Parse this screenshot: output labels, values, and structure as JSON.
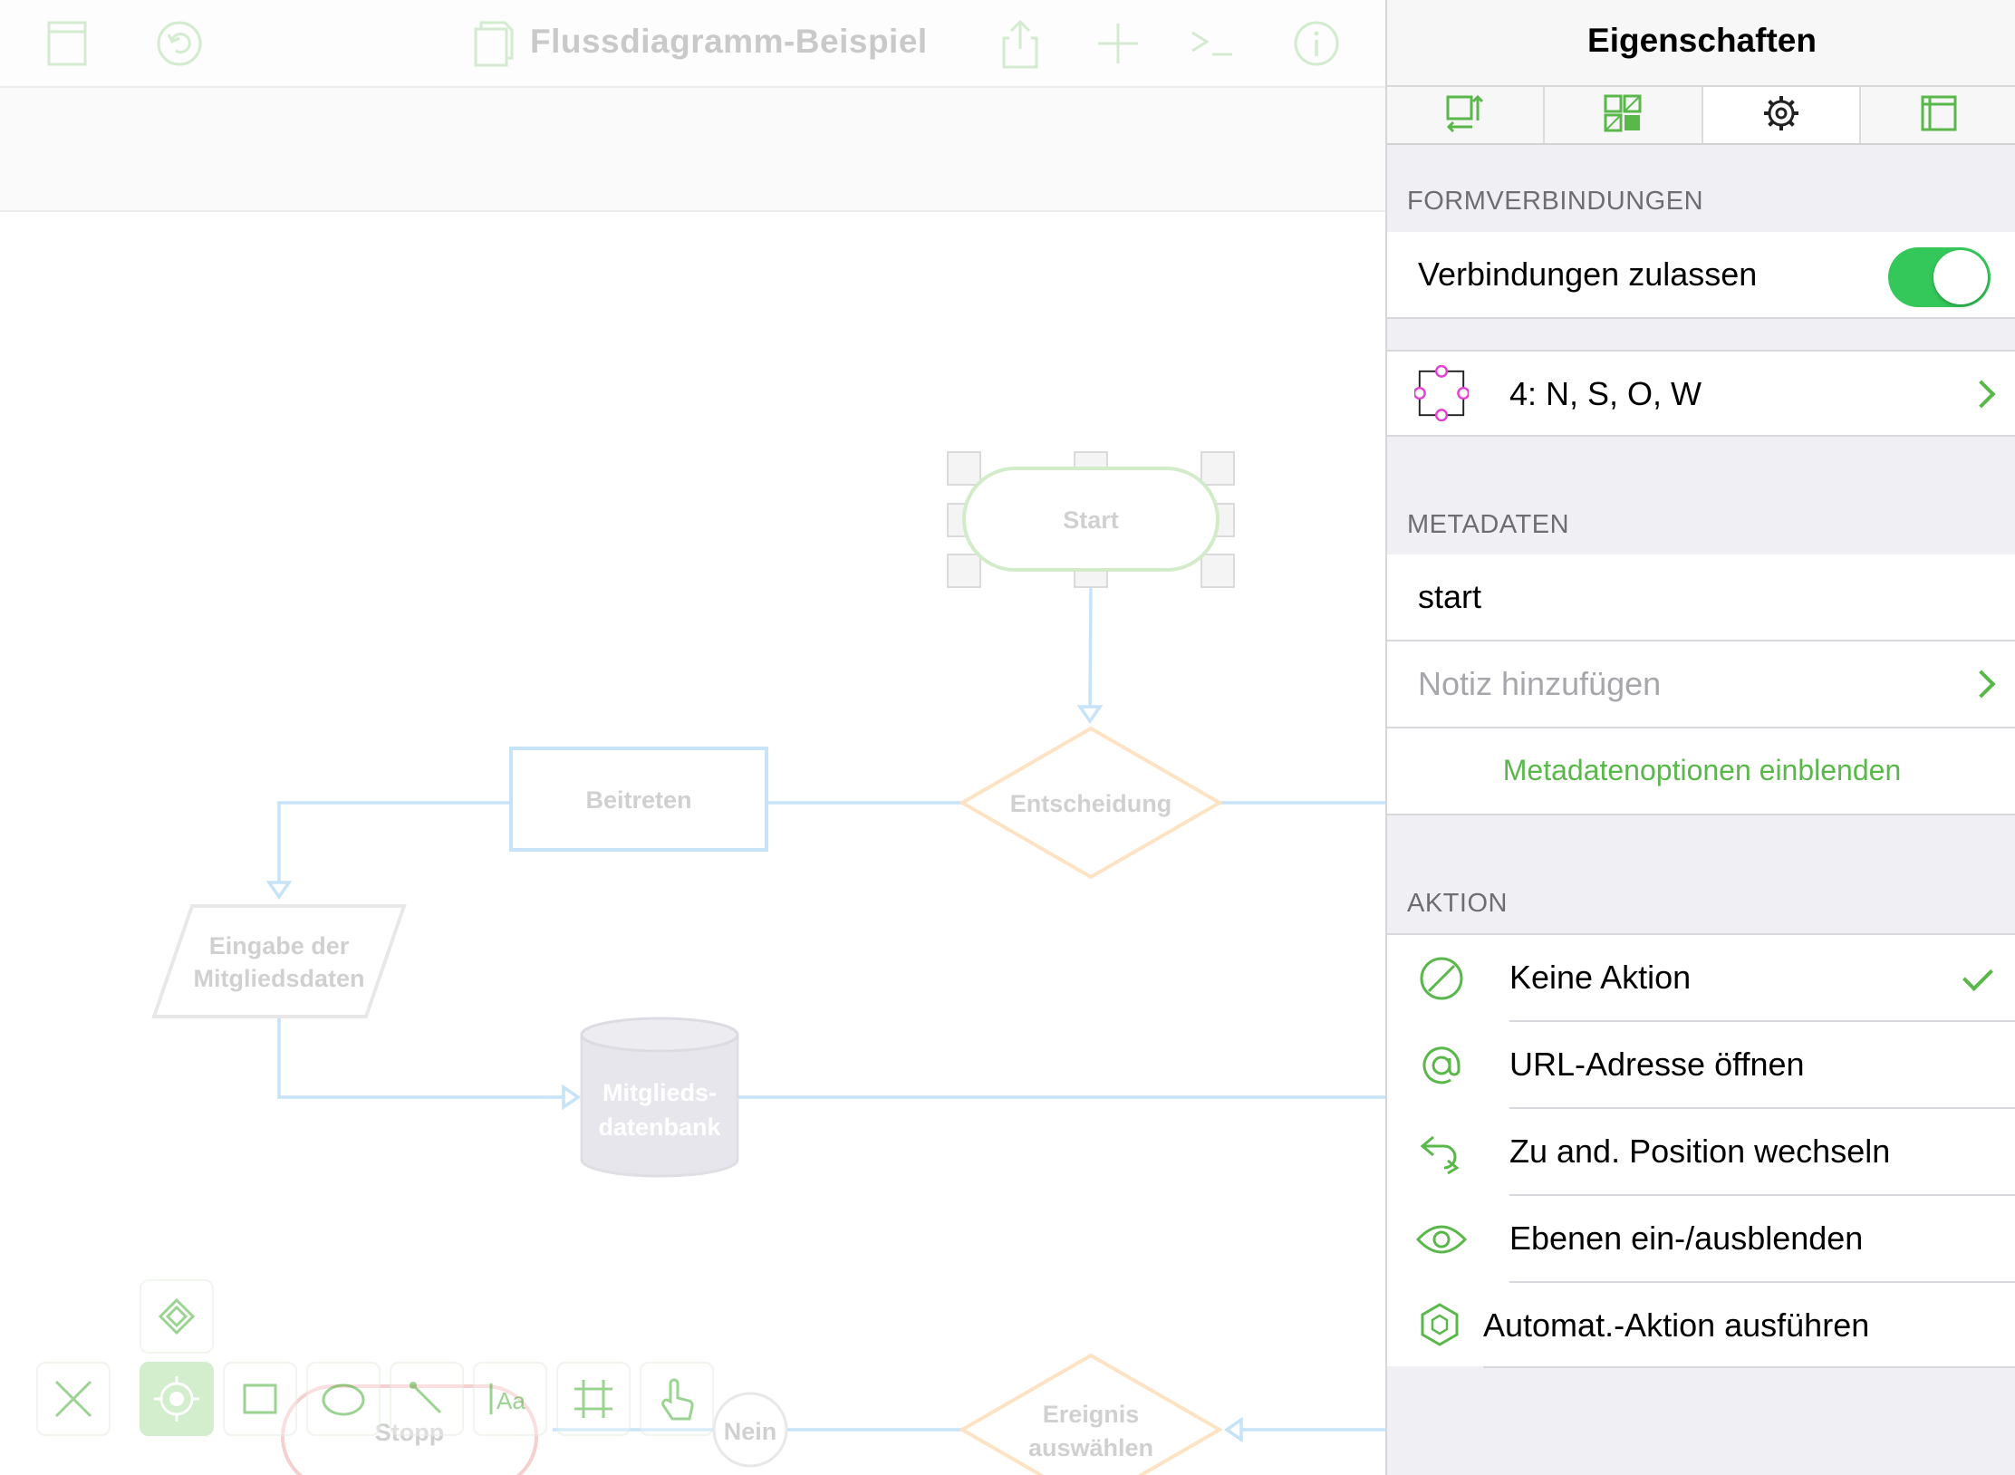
{
  "document": {
    "title": "Flussdiagramm-Beispiel",
    "toolbar_icons": [
      "sidebar-icon",
      "undo-icon",
      "document-icon",
      "share-icon",
      "add-icon",
      "terminal-icon",
      "info-icon"
    ]
  },
  "diagram": {
    "shapes": {
      "start": "Start",
      "entscheidung": "Entscheidung",
      "beitreten": "Beitreten",
      "eingabe_line1": "Eingabe der",
      "eingabe_line2": "Mitgliedsdaten",
      "db_line1": "Mitglieds-",
      "db_line2": "datenbank",
      "ereignis_line1": "Ereignis",
      "ereignis_line2": "auswählen",
      "nein": "Nein",
      "stopp": "Stopp"
    },
    "colors": {
      "start": "#cfe9c8",
      "decision": "#fde5c6",
      "process": "#bfe0f5",
      "connector": "#bfe0f5",
      "database": "#e4e4ea",
      "stop": "#f3c9c9"
    }
  },
  "palette": {
    "tools": [
      "selection-tool",
      "point-editor-tool",
      "rectangle-tool",
      "ellipse-tool",
      "line-tool",
      "text-tool",
      "diagram-tool",
      "touch-tool",
      "style-tool"
    ],
    "active": "point-editor-tool"
  },
  "inspector": {
    "title": "Eigenschaften",
    "tabs": [
      "arrange-icon",
      "fill-style-icon",
      "gear-icon",
      "canvas-icon"
    ],
    "selected_tab": "gear-icon",
    "connections": {
      "header": "FORMVERBINDUNGEN",
      "allow_label": "Verbindungen zulassen",
      "allow_enabled": true,
      "magnets_label": "4: N, S, O, W"
    },
    "metadata": {
      "header": "METADATEN",
      "name_value": "start",
      "note_placeholder": "Notiz hinzufügen",
      "show_options": "Metadatenoptionen einblenden"
    },
    "action": {
      "header": "AKTION",
      "items": [
        {
          "label": "Keine Aktion",
          "icon": "no-action-icon",
          "selected": true
        },
        {
          "label": "URL-Adresse öffnen",
          "icon": "at-icon",
          "selected": false
        },
        {
          "label": "Zu and. Position wechseln",
          "icon": "jump-icon",
          "selected": false
        },
        {
          "label": "Ebenen ein-/ausblenden",
          "icon": "eye-icon",
          "selected": false
        },
        {
          "label": "Automat.-Aktion ausführen",
          "icon": "automation-icon",
          "selected": false
        }
      ]
    },
    "accent_color": "#5ab84b",
    "toggle_color": "#34c759"
  }
}
